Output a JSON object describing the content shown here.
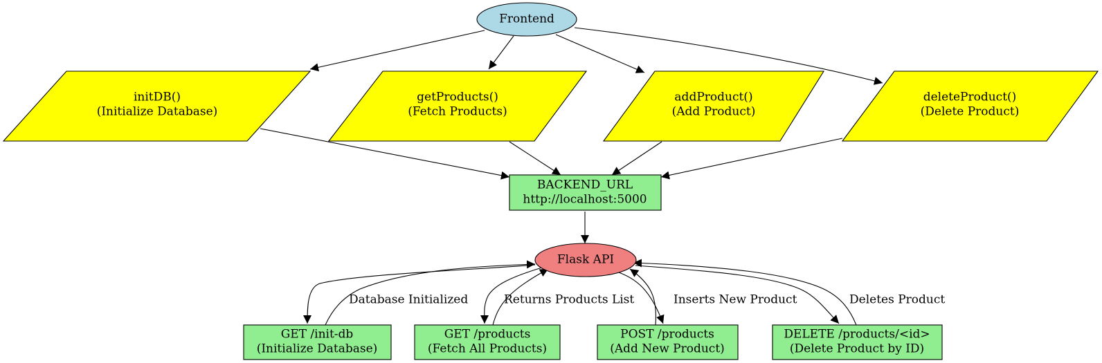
{
  "colors": {
    "frontend": "#add8e6",
    "function": "#ffff00",
    "backend": "#90ee90",
    "api": "#f08080",
    "line": "#000000"
  },
  "nodes": {
    "frontend": {
      "line1": "Frontend"
    },
    "init_db": {
      "line1": "initDB()",
      "line2": "(Initialize Database)"
    },
    "get_products": {
      "line1": "getProducts()",
      "line2": "(Fetch Products)"
    },
    "add_product": {
      "line1": "addProduct()",
      "line2": "(Add Product)"
    },
    "delete_product": {
      "line1": "deleteProduct()",
      "line2": "(Delete Product)"
    },
    "backend_url": {
      "line1": "BACKEND_URL",
      "line2": "http://localhost:5000"
    },
    "flask_api": {
      "line1": "Flask API"
    },
    "ep_init_db": {
      "line1": "GET /init-db",
      "line2": "(Initialize Database)"
    },
    "ep_get_products": {
      "line1": "GET /products",
      "line2": "(Fetch All Products)"
    },
    "ep_post_products": {
      "line1": "POST /products",
      "line2": "(Add New Product)"
    },
    "ep_delete_product": {
      "line1": "DELETE /products/<id>",
      "line2": "(Delete Product by ID)"
    }
  },
  "edge_labels": {
    "init_db_return": "Database Initialized",
    "get_products_return": "Returns Products List",
    "post_products_return": "Inserts New Product",
    "delete_product_return": "Deletes Product"
  }
}
